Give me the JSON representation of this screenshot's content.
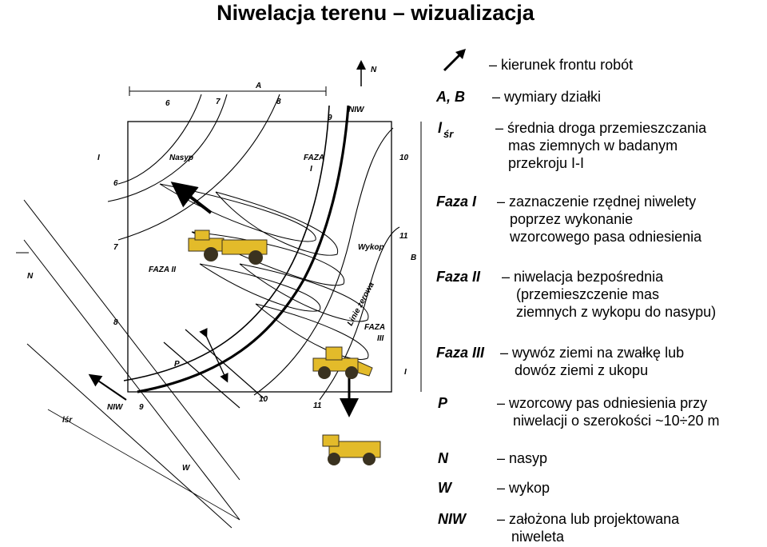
{
  "title": "Niwelacja terenu – wizualizacja",
  "diagram": {
    "north": "N",
    "dim_a": "A",
    "dim_b": "B",
    "top_numbers": [
      "6",
      "7",
      "8",
      "9"
    ],
    "left_numbers": [
      "6",
      "7",
      "8"
    ],
    "right_numbers": [
      "10",
      "11"
    ],
    "bottom_numbers": [
      "9",
      "10",
      "11"
    ],
    "label_niw_top": "NIW",
    "label_niw_bottom": "NIW",
    "label_nasyp": "Nasyp",
    "label_wykop": "Wykop",
    "label_faza_i": [
      "FAZA",
      "I"
    ],
    "label_faza_ii": "FAZA II",
    "label_faza_iii": [
      "FAZA",
      "III"
    ],
    "label_linia_zerowa": "Linie zerowa",
    "label_p": "P",
    "label_n": "N",
    "label_w": "W",
    "label_l_top": "I",
    "label_l_bottom": "I",
    "label_lsr": "lśr"
  },
  "legend": {
    "arrow_desc": "– kierunek frontu robót",
    "ab_key": "A, B",
    "ab_desc": "– wymiary działki",
    "lsr_key_main": "l",
    "lsr_key_sub": "śr",
    "lsr_desc": [
      "– średnia droga przemieszczania",
      "mas ziemnych w badanym",
      "przekroju I-I"
    ],
    "faza1_key": "Faza I",
    "faza1_desc": [
      "– zaznaczenie rzędnej niwelety",
      "poprzez wykonanie",
      "wzorcowego pasa odniesienia"
    ],
    "faza2_key": "Faza II",
    "faza2_desc": [
      "– niwelacja bezpośrednia",
      "(przemieszczenie mas",
      "ziemnych z wykopu do nasypu)"
    ],
    "faza3_key": "Faza III",
    "faza3_desc": [
      "– wywóz ziemi na zwałkę lub",
      "dowóz ziemi z ukopu"
    ],
    "p_key": "P",
    "p_desc": [
      "– wzorcowy  pas odniesienia przy",
      "niwelacji o szerokości ~10÷20 m"
    ],
    "n_key": "N",
    "n_desc": "– nasyp",
    "w_key": "W",
    "w_desc": "– wykop",
    "niw_key": "NIW",
    "niw_desc": [
      "– założona lub projektowana",
      "niweleta"
    ]
  },
  "icons": {
    "arrow": "front-direction-arrow-icon",
    "scraper": "scraper-icon",
    "loader": "wheel-loader-icon",
    "dump_truck": "dump-truck-icon"
  },
  "colors": {
    "machine_yellow": "#e3bb2a",
    "machine_dark": "#3a3220",
    "ink": "#000000"
  }
}
